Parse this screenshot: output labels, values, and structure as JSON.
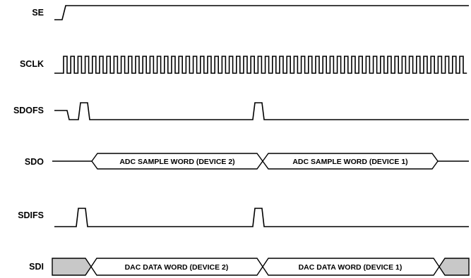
{
  "signals": {
    "se": "SE",
    "sclk": "SCLK",
    "sdofs": "SDOFS",
    "sdo": "SDO",
    "sdifs": "SDIFS",
    "sdi": "SDI"
  },
  "sdo_words": {
    "device2": "ADC SAMPLE WORD (DEVICE 2)",
    "device1": "ADC SAMPLE WORD (DEVICE 1)"
  },
  "sdi_words": {
    "device2": "DAC DATA WORD (DEVICE 2)",
    "device1": "DAC DATA WORD (DEVICE 1)"
  },
  "colors": {
    "line": "#000000",
    "dont_care_fill": "#c8c8c8",
    "background": "#ffffff"
  }
}
